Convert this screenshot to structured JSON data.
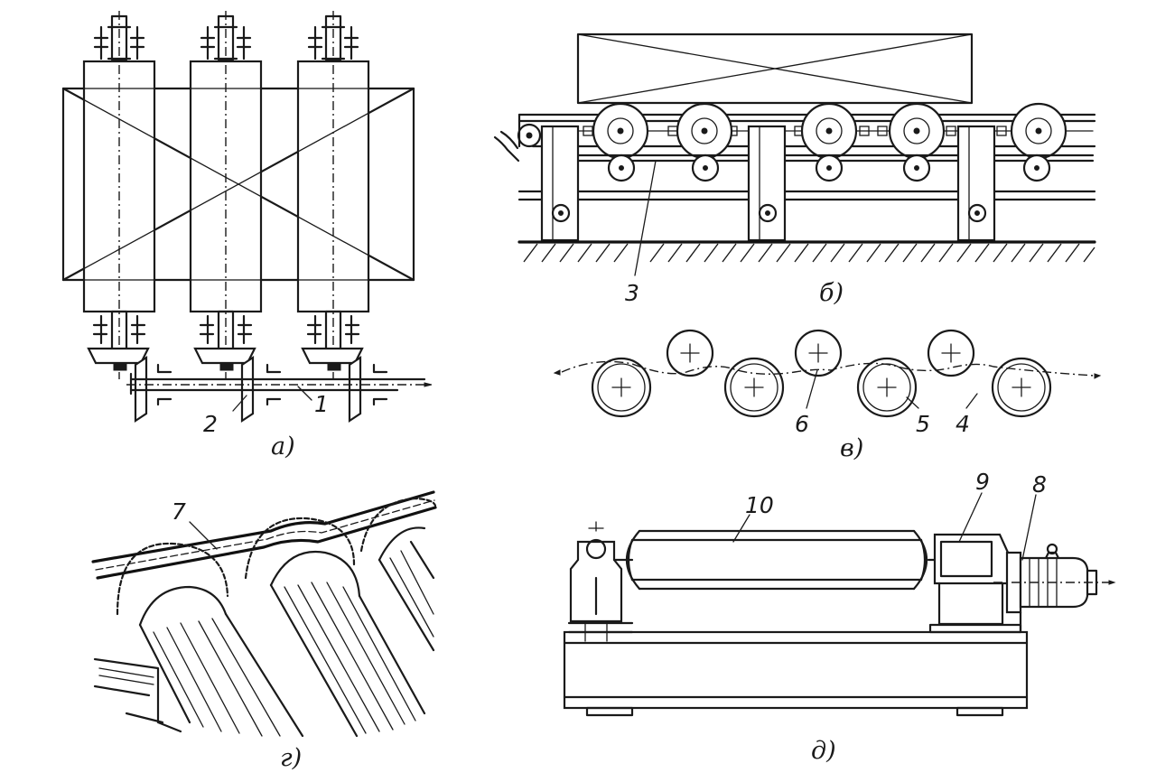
{
  "panels": {
    "a": {
      "caption": "а)",
      "labels": [
        "1",
        "2"
      ]
    },
    "b": {
      "caption": "б)",
      "labels": [
        "3"
      ]
    },
    "v": {
      "caption": "в)",
      "labels": [
        "4",
        "5",
        "6"
      ]
    },
    "g": {
      "caption": "г)",
      "labels": [
        "7"
      ]
    },
    "d": {
      "caption": "д)",
      "labels": [
        "8",
        "9",
        "10"
      ]
    }
  }
}
